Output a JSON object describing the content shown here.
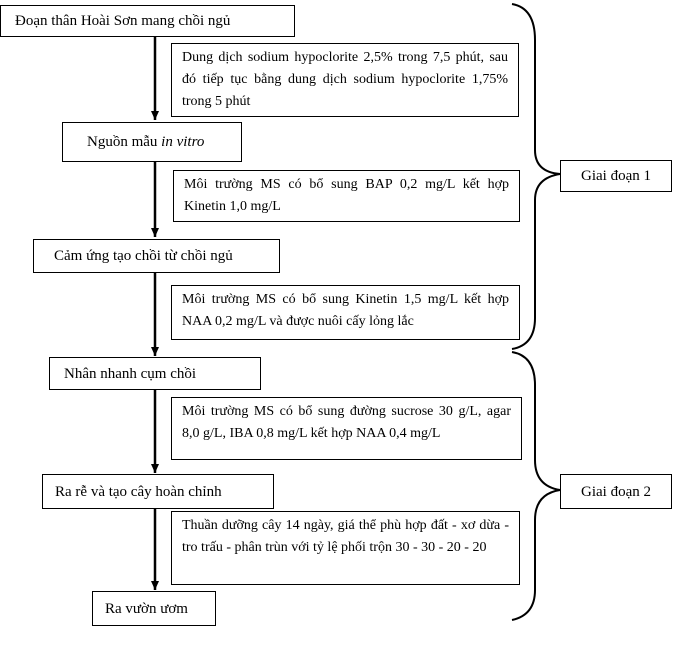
{
  "steps": [
    {
      "label": "Đoạn thân Hoài Sơn mang chồi ngủ",
      "italic": ""
    },
    {
      "label": "Nguồn mẫu ",
      "italic": "in vitro"
    },
    {
      "label": "Cảm ứng tạo chồi từ chồi ngủ",
      "italic": ""
    },
    {
      "label": "Nhân nhanh cụm chồi",
      "italic": ""
    },
    {
      "label": "Ra rễ và tạo cây hoàn chỉnh",
      "italic": ""
    },
    {
      "label": "Ra vườn ươm",
      "italic": ""
    }
  ],
  "conditions": [
    "Dung dịch sodium hypoclorite 2,5% trong 7,5 phút, sau đó tiếp tục bằng dung dịch sodium hypoclorite 1,75% trong 5 phút",
    "Môi trường MS có bổ sung BAP 0,2 mg/L kết hợp Kinetin 1,0 mg/L",
    "Môi trường MS có bổ sung Kinetin 1,5 mg/L kết hợp NAA 0,2 mg/L và được nuôi cấy lỏng lắc",
    "Môi trường MS có bổ sung đường sucrose 30 g/L, agar 8,0 g/L, IBA 0,8 mg/L kết hợp NAA 0,4 mg/L",
    "Thuần dưỡng cây 14 ngày, giá thể phù hợp đất - xơ dừa - tro trấu - phân trùn với tỷ lệ phối trộn 30 - 30 - 20 - 20"
  ],
  "stages": {
    "stage1": "Giai đoạn 1",
    "stage2": "Giai đoạn 2"
  }
}
